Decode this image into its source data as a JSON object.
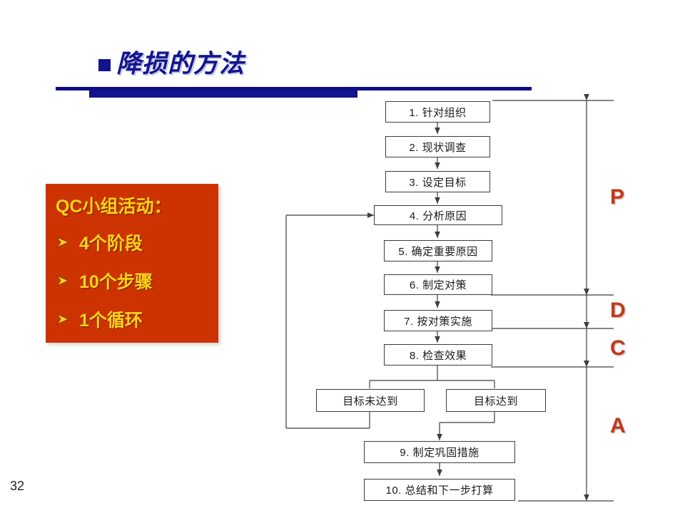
{
  "slide": {
    "title": "降损的方法",
    "title_bullet_icon": "square-bullet-icon",
    "page_number": "32",
    "colors": {
      "title_blue": "#13138e",
      "bar_blue": "#0c0c87",
      "callout_red": "#cc3300",
      "callout_yellow": "#ffd11a",
      "pdca_orange": "#c0391b",
      "node_border": "#3d3d3d"
    }
  },
  "callout": {
    "heading": "QC小组活动：",
    "bullet_icon": "arrow-bullet-icon",
    "items": [
      {
        "label": "4个阶段"
      },
      {
        "label": "10个步骤"
      },
      {
        "label": "1个循环"
      }
    ]
  },
  "flowchart": {
    "steps": [
      {
        "label": "1. 针对组织"
      },
      {
        "label": "2. 现状调查"
      },
      {
        "label": "3. 设定目标"
      },
      {
        "label": "4. 分析原因"
      },
      {
        "label": "5. 确定重要原因"
      },
      {
        "label": "6. 制定对策"
      },
      {
        "label": "7. 按对策实施"
      },
      {
        "label": "8. 检查效果"
      }
    ],
    "branches": [
      {
        "label": "目标未达到"
      },
      {
        "label": "目标达到"
      }
    ],
    "tail_steps": [
      {
        "label": "9. 制定巩固措施"
      },
      {
        "label": "10. 总结和下一步打算"
      }
    ]
  },
  "pdca": {
    "phases": [
      {
        "label": "P"
      },
      {
        "label": "D"
      },
      {
        "label": "C"
      },
      {
        "label": "A"
      }
    ]
  }
}
